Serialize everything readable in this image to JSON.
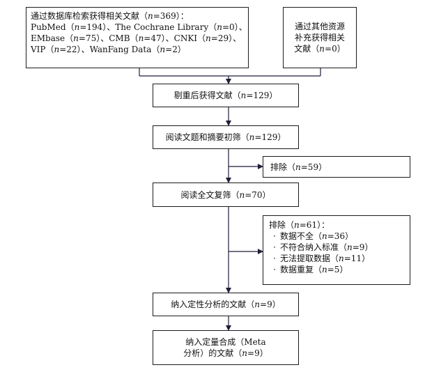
{
  "identification": {
    "database_search": {
      "line1": "通过数据库检索获得相关文献（n=369）：",
      "sources": [
        {
          "name": "PubMed",
          "count": "（n=194）"
        },
        {
          "name": "The Cochrane Library",
          "count": "（n=0）"
        },
        {
          "name": "EMbase",
          "count": "（n=75）"
        },
        {
          "name": "CMB",
          "count": "（n=47）"
        },
        {
          "name": "CNKI",
          "count": "（n=29）"
        },
        {
          "name": "VIP",
          "count": "（n=22）"
        },
        {
          "name": "WanFang Data",
          "count": "（n=2）"
        }
      ],
      "separators": [
        "、",
        "、",
        "、",
        "、",
        "、",
        "、"
      ]
    },
    "other_sources": {
      "lines": [
        "通过其他资源",
        "补充获得相关",
        "文献（n=0）"
      ]
    }
  },
  "steps": {
    "dedup": "剔重后获得文献（n=129）",
    "title_abstract": "阅读文题和摘要初筛（n=129）",
    "exclude1": "排除（n=59）",
    "fulltext": "阅读全文复筛（n=70）",
    "exclude2": {
      "title": "排除（n=61）：",
      "bullet": "·",
      "reasons": [
        "数据不全（n=36）",
        "不符合纳入标准（n=9）",
        "无法提取数据（n=11）",
        "数据重复（n=5）"
      ]
    },
    "qualitative": "纳入定性分析的文献（n=9）",
    "quantitative": [
      "纳入定量合成（Meta",
      "分析）的文献（n=9）"
    ]
  },
  "colors": {
    "line": "#1f1f3a",
    "border": "#1a1a1a"
  }
}
